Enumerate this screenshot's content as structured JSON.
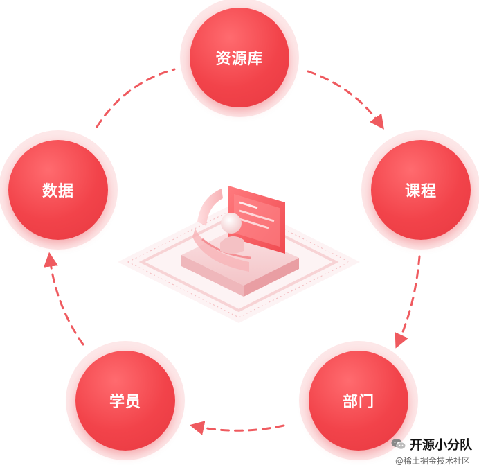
{
  "nodes": {
    "resources": "资源库",
    "course": "课程",
    "department": "部门",
    "student": "学员",
    "data": "数据"
  },
  "watermark": {
    "account": "开源小分队",
    "source": "@稀土掘金技术社区"
  },
  "colors": {
    "accent": "#f2434a",
    "halo": "#fde7e8",
    "arrow": "#ef5a5f"
  },
  "icons": {
    "center": "isometric-dashboard-illustration",
    "watermark": "wechat-icon"
  }
}
